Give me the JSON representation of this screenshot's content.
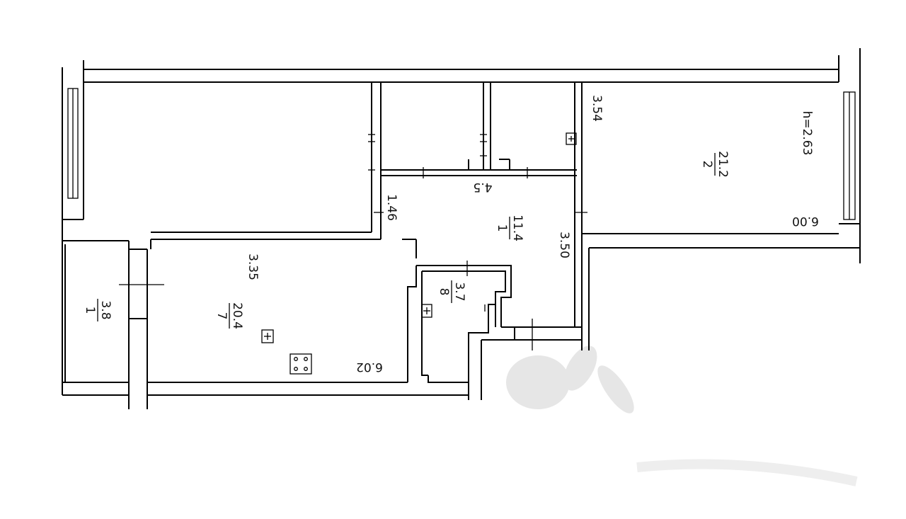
{
  "plan": {
    "labels": {
      "bedroom_right_height": "h=2.63",
      "bedroom_right_area_num": "21.2",
      "bedroom_right_area_den": "2",
      "bedroom_right_length": "6.00",
      "closet_width": "3.54",
      "hall_width": "4.5",
      "hall_area_num": "11.4",
      "hall_area_den": "1",
      "hall_length": "3.50",
      "corridor_width": "1.46",
      "bath_area_num": "3.7",
      "bath_area_den": "8",
      "living_width": "3.35",
      "living_area_num": "20.4",
      "living_area_den": "7",
      "living_length": "6.02",
      "balcony_area_num": "3.8",
      "balcony_area_den": "1"
    }
  }
}
